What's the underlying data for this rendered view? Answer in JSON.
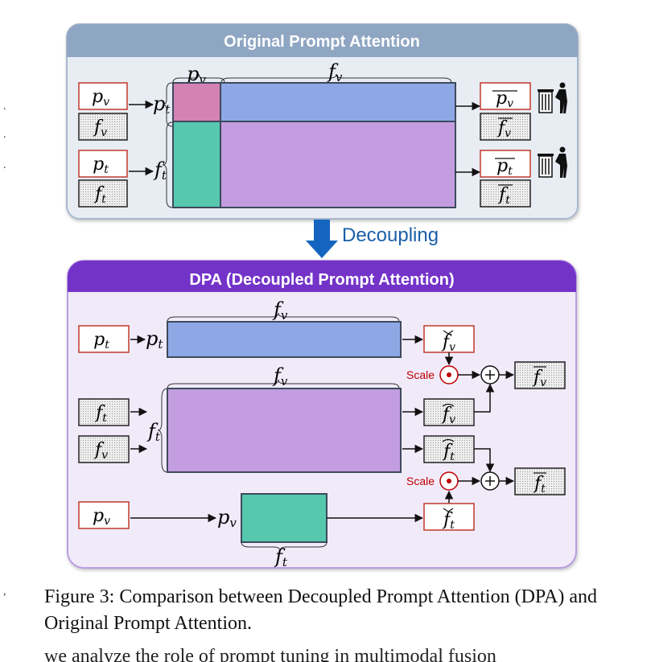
{
  "colors": {
    "top_header": "#8fa6c3",
    "top_panel": "#e8edf4",
    "top_border": "#a9b9ce",
    "dpa_header": "#7433c8",
    "dpa_panel": "#f1eaf9",
    "dpa_border": "#b89ee0",
    "blue_block": "#8ea8e6",
    "purple_block": "#c39de0",
    "teal_block": "#56c8ae",
    "pink_block": "#d482b4",
    "red_box": "#c0392b",
    "scale_red": "#c00000",
    "decoupling_text": "#1a5fa8",
    "arrow_blue": "#1565c0"
  },
  "top": {
    "title": "Original Prompt Attention",
    "inputs": {
      "pv": "p",
      "fv": "f",
      "pt": "p",
      "ft": "f"
    },
    "labels": {
      "row_pt": "p",
      "row_ft": "f",
      "col_pv": "p",
      "col_fv": "f"
    },
    "outputs": {
      "pv_bar": "p",
      "fv_bar": "f",
      "pt_bar": "p",
      "ft_bar": "f"
    },
    "icon": "trash-bin-person-icon"
  },
  "decoupling": {
    "label": "Decoupling",
    "icon": "arrow-down-icon"
  },
  "dpa": {
    "title": "DPA (Decoupled Prompt Attention)",
    "row1": {
      "input": "p",
      "label": "p",
      "col_label": "f",
      "output": "f"
    },
    "row2": {
      "input_ft": "f",
      "input_fv": "f",
      "label": "f",
      "col_label": "f",
      "output_fv": "f",
      "output_ft": "f"
    },
    "row3": {
      "input": "p",
      "label": "p",
      "col_label": "f",
      "output": "f"
    },
    "scale_label": "Scale",
    "final": {
      "fv": "f",
      "ft": "f"
    },
    "icons": [
      "multiply-circle-icon",
      "plus-circle-icon"
    ]
  },
  "caption": "Figure 3: Comparison between Decoupled Prompt Attention (DPA) and Original Prompt Attention.",
  "cutoff_text": "we analyze the role of prompt tuning in multimodal fusion"
}
